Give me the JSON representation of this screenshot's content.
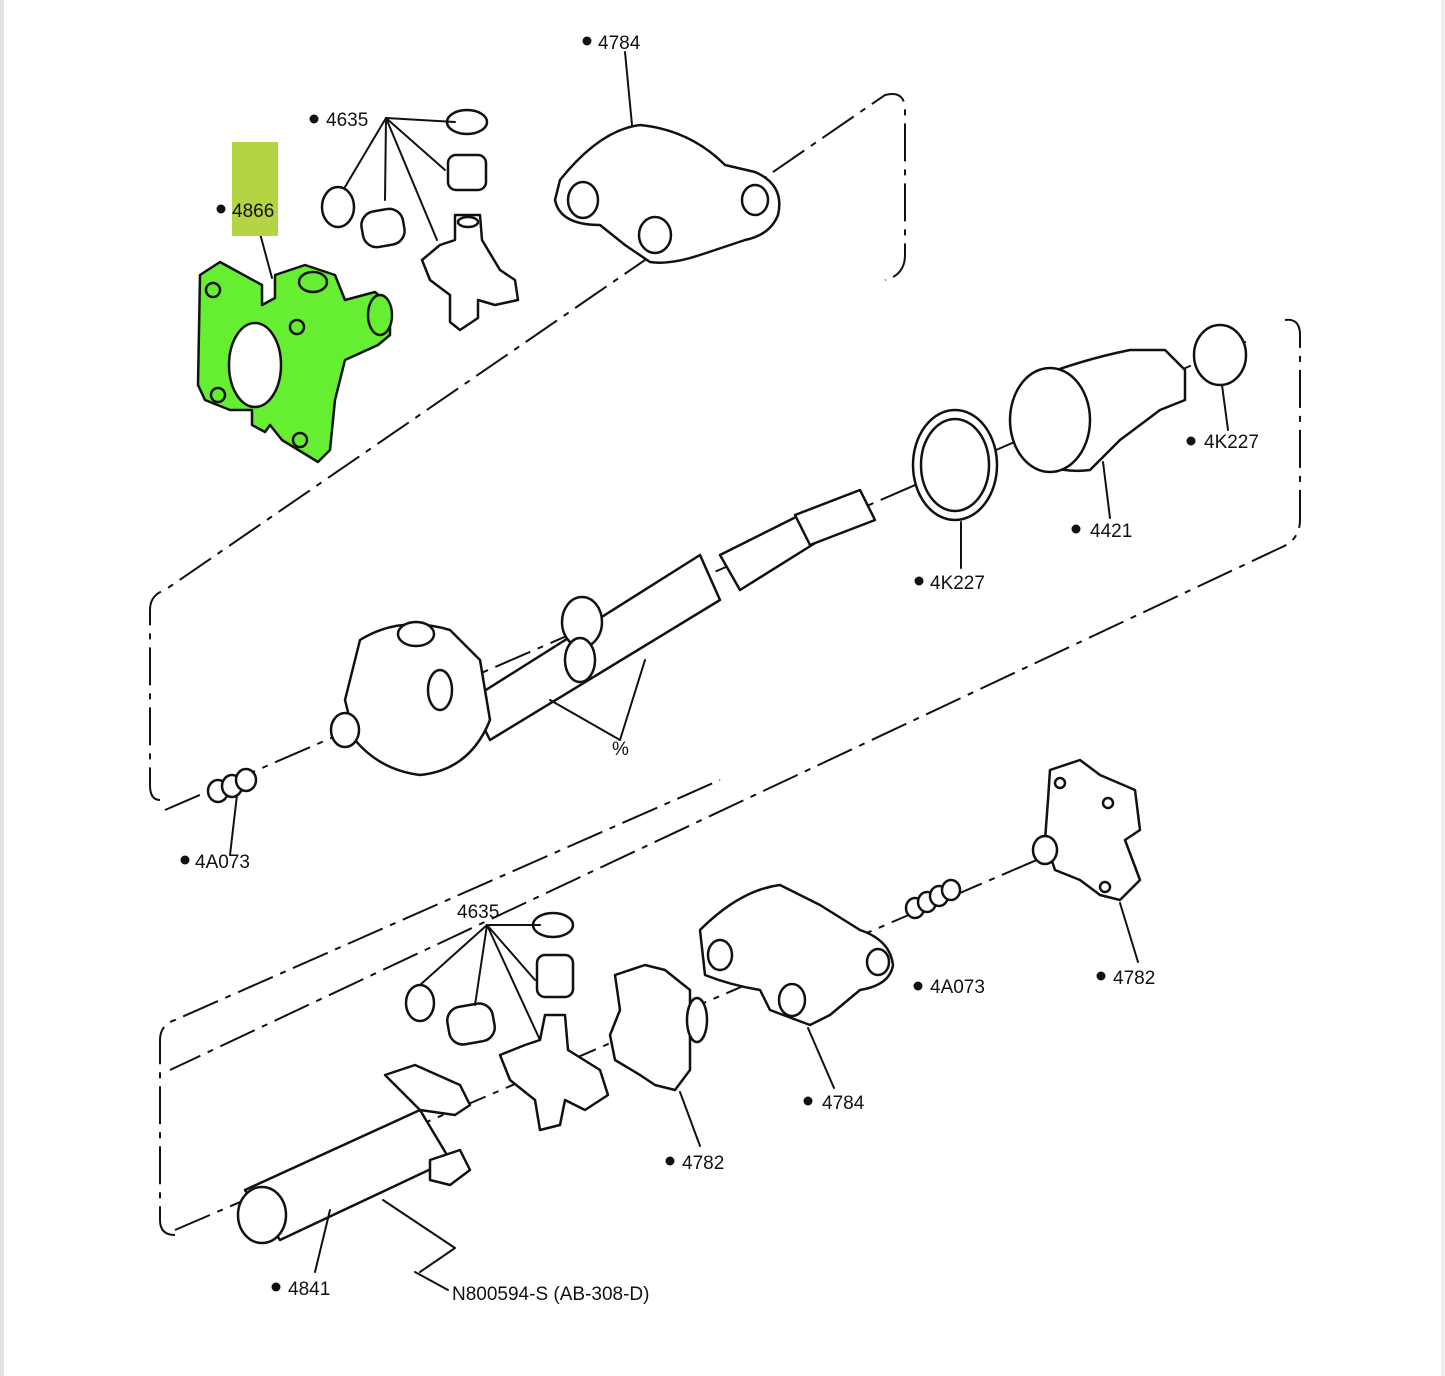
{
  "diagram": {
    "title": "Driveshaft exploded view",
    "highlight_color": "#66ee33",
    "label_highlight_color": "#b5d444",
    "highlighted_part": "4866",
    "callouts": [
      {
        "id": "c-4784-top",
        "text": "4784",
        "bullet": true
      },
      {
        "id": "c-4635-top",
        "text": "4635",
        "bullet": true
      },
      {
        "id": "c-4866",
        "text": "4866",
        "bullet": true,
        "highlighted": true
      },
      {
        "id": "c-4k227-right",
        "text": "4K227",
        "bullet": true
      },
      {
        "id": "c-4421",
        "text": "4421",
        "bullet": true
      },
      {
        "id": "c-4k227-mid",
        "text": "4K227",
        "bullet": true
      },
      {
        "id": "c-percent",
        "text": "%",
        "bullet": false
      },
      {
        "id": "c-4a073-left",
        "text": "4A073",
        "bullet": true
      },
      {
        "id": "c-4635-bottom",
        "text": "4635",
        "bullet": false
      },
      {
        "id": "c-4a073-right",
        "text": "4A073",
        "bullet": true
      },
      {
        "id": "c-4782-right",
        "text": "4782",
        "bullet": true
      },
      {
        "id": "c-4784-bottom",
        "text": "4784",
        "bullet": true
      },
      {
        "id": "c-4782-mid",
        "text": "4782",
        "bullet": true
      },
      {
        "id": "c-4841",
        "text": "4841",
        "bullet": true
      },
      {
        "id": "c-bolt",
        "text": "N800594-S (AB-308-D)",
        "bullet": false
      }
    ]
  }
}
